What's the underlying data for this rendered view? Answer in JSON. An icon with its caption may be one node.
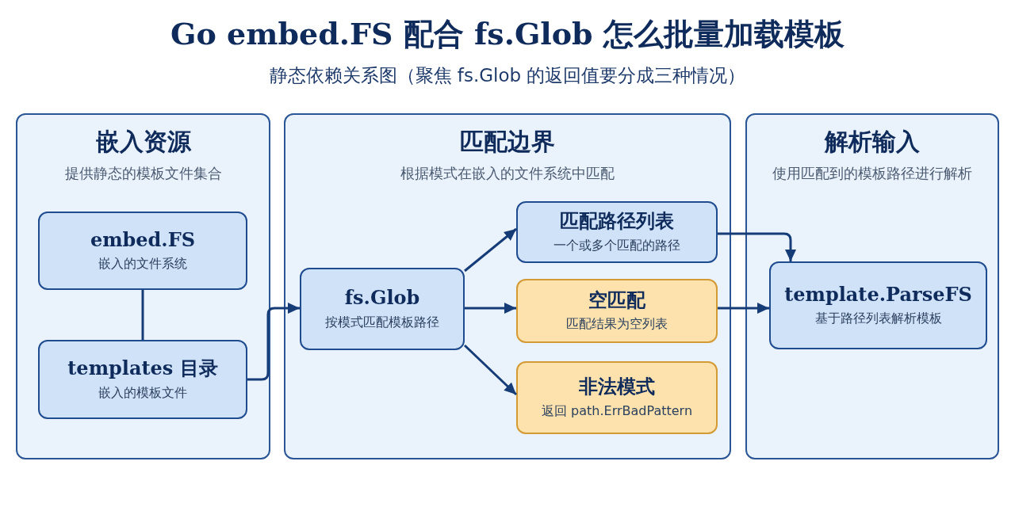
{
  "diagram": {
    "title": "Go embed.FS 配合 fs.Glob 怎么批量加载模板",
    "caption": "静态依赖关系图（聚焦 fs.Glob 的返回值要分成三种情况）",
    "nodes": [
      {
        "text": [
          "嵌入资源",
          "提供静态的模板文件集合"
        ]
      },
      {
        "text": [
          "embed.FS",
          "嵌入的文件系统"
        ],
        "in": 0
      },
      {
        "text": [
          "templates 目录",
          "嵌入的模板文件"
        ],
        "in": 0
      },
      {
        "text": [
          "匹配边界",
          "根据模式在嵌入的文件系统中匹配"
        ]
      },
      {
        "text": [
          "fs.Glob",
          "按模式匹配模板路径"
        ],
        "in": 3
      },
      {
        "text": [
          "匹配路径列表",
          "一个或多个匹配的路径"
        ],
        "in": 3
      },
      {
        "text": [
          "空匹配",
          "匹配结果为空列表"
        ],
        "in": 3
      },
      {
        "text": [
          "非法模式",
          "返回 path.ErrBadPattern"
        ],
        "in": 3
      },
      {
        "text": [
          "解析输入",
          "使用匹配到的模板路径进行解析"
        ]
      },
      {
        "text": [
          "template.ParseFS",
          "基于路径列表解析模板"
        ],
        "in": 8
      }
    ],
    "edges": [
      {
        "from": 1,
        "to": 2,
        "arrow": "none"
      },
      {
        "from": 2,
        "to": 4,
        "arrow": "to"
      },
      {
        "from": 4,
        "to": 5,
        "arrow": "to"
      },
      {
        "from": 4,
        "to": 6,
        "arrow": "to"
      },
      {
        "from": 4,
        "to": 7,
        "arrow": "to"
      },
      {
        "from": 5,
        "to": 9,
        "arrow": "to"
      },
      {
        "from": 6,
        "to": 9,
        "arrow": "to"
      }
    ]
  }
}
